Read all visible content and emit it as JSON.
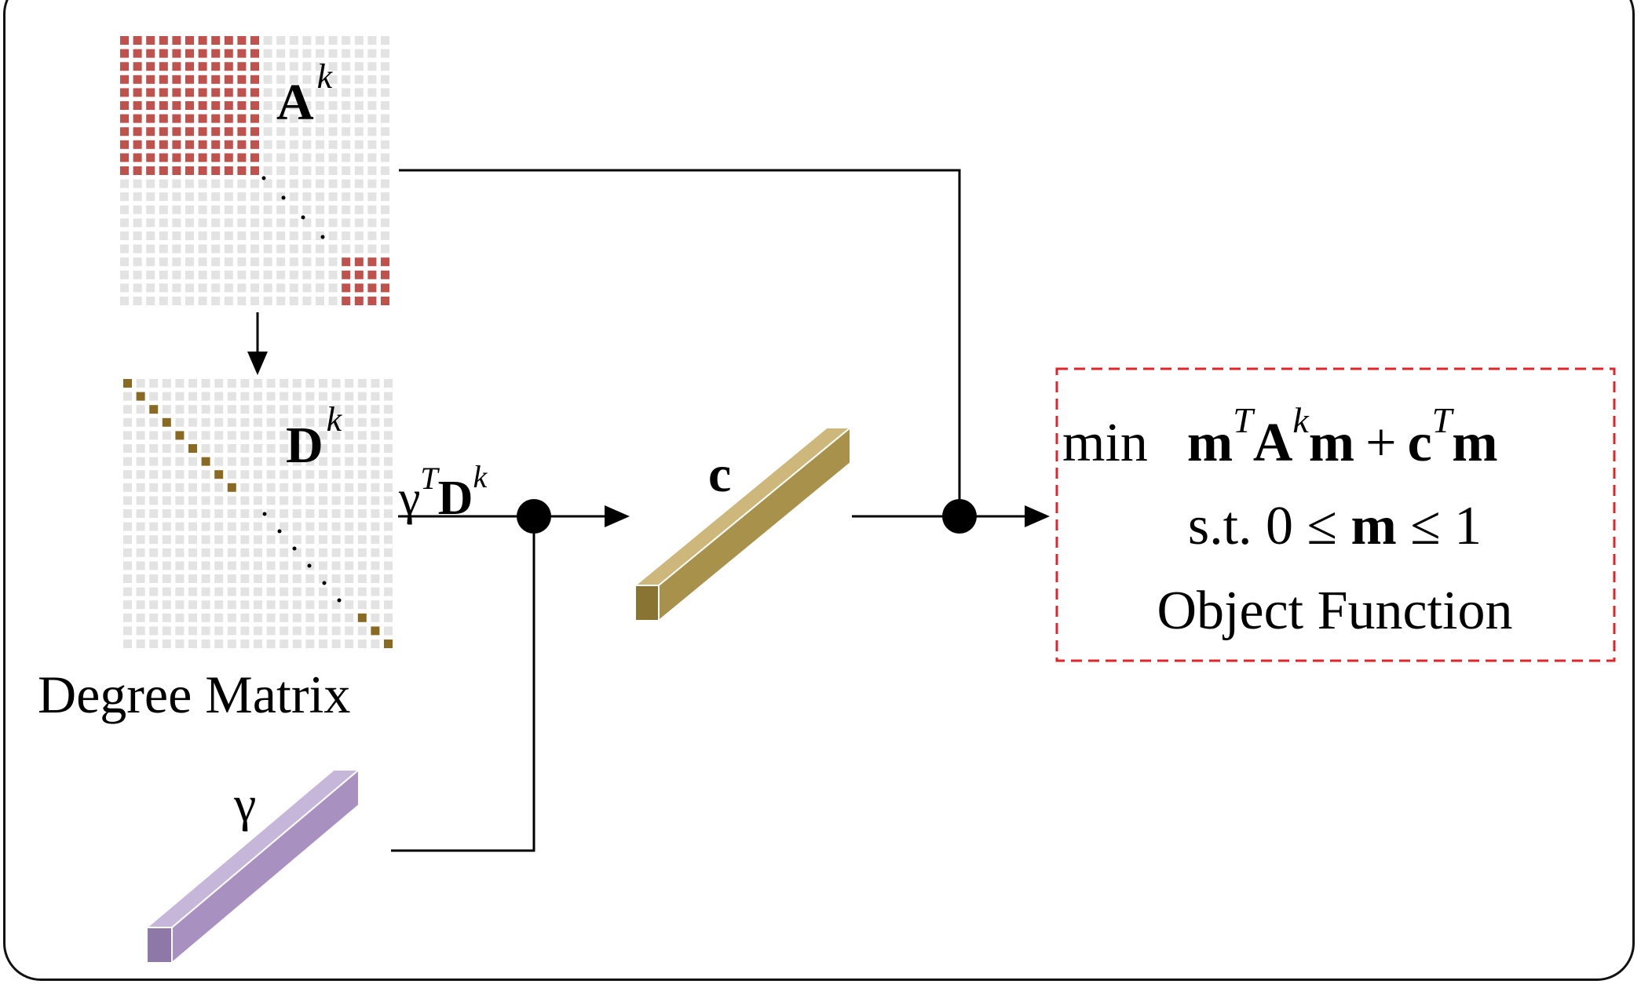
{
  "matrix_a": {
    "symbol": "A",
    "superscript": "k"
  },
  "matrix_d": {
    "symbol": "D",
    "superscript": "k",
    "caption": "Degree Matrix"
  },
  "product": {
    "gamma": "γ",
    "T": "T",
    "D": "D",
    "k": "k"
  },
  "vector_gamma": {
    "label": "γ",
    "color": "#a890c0"
  },
  "vector_c": {
    "label": "c",
    "color": "#a8914a"
  },
  "objective": {
    "min": "min",
    "m1": "m",
    "T1": "T",
    "A": "A",
    "k": "k",
    "m2": "m",
    "plus": "+",
    "c": "c",
    "T2": "T",
    "m3": "m",
    "st_prefix": "s.t. 0 ≤ ",
    "st_m": "m",
    "st_suffix": " ≤ 1",
    "caption": "Object Function",
    "border_color": "#e0252a"
  },
  "colors": {
    "grid_cell": "#e3e3e3",
    "block_red": "#c0524e",
    "degree_diag": "#8a6a22"
  }
}
